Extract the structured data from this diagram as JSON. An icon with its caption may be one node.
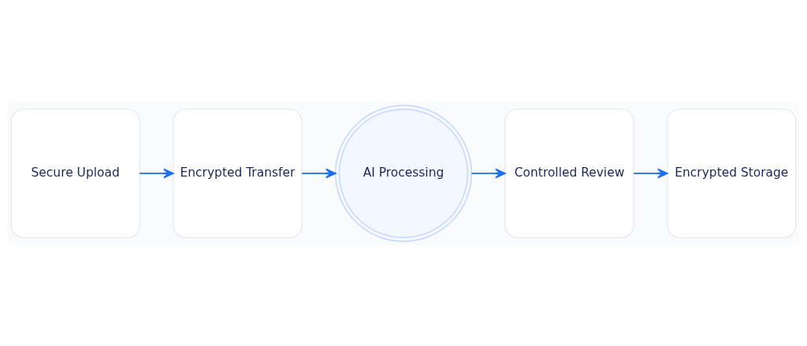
{
  "diagram": {
    "nodes": [
      {
        "text": [
          "Secure Upload"
        ]
      },
      {
        "text": [
          "Encrypted Transfer"
        ]
      },
      {
        "text": [
          "AI Processing"
        ]
      },
      {
        "text": [
          "Controlled Review"
        ]
      },
      {
        "text": [
          "Encrypted Storage"
        ]
      }
    ],
    "edges": [
      {
        "from": 0,
        "to": 1,
        "arrow": "to"
      },
      {
        "from": 1,
        "to": 2,
        "arrow": "to"
      },
      {
        "from": 2,
        "to": 3,
        "arrow": "to"
      },
      {
        "from": 3,
        "to": 4,
        "arrow": "to"
      }
    ]
  }
}
